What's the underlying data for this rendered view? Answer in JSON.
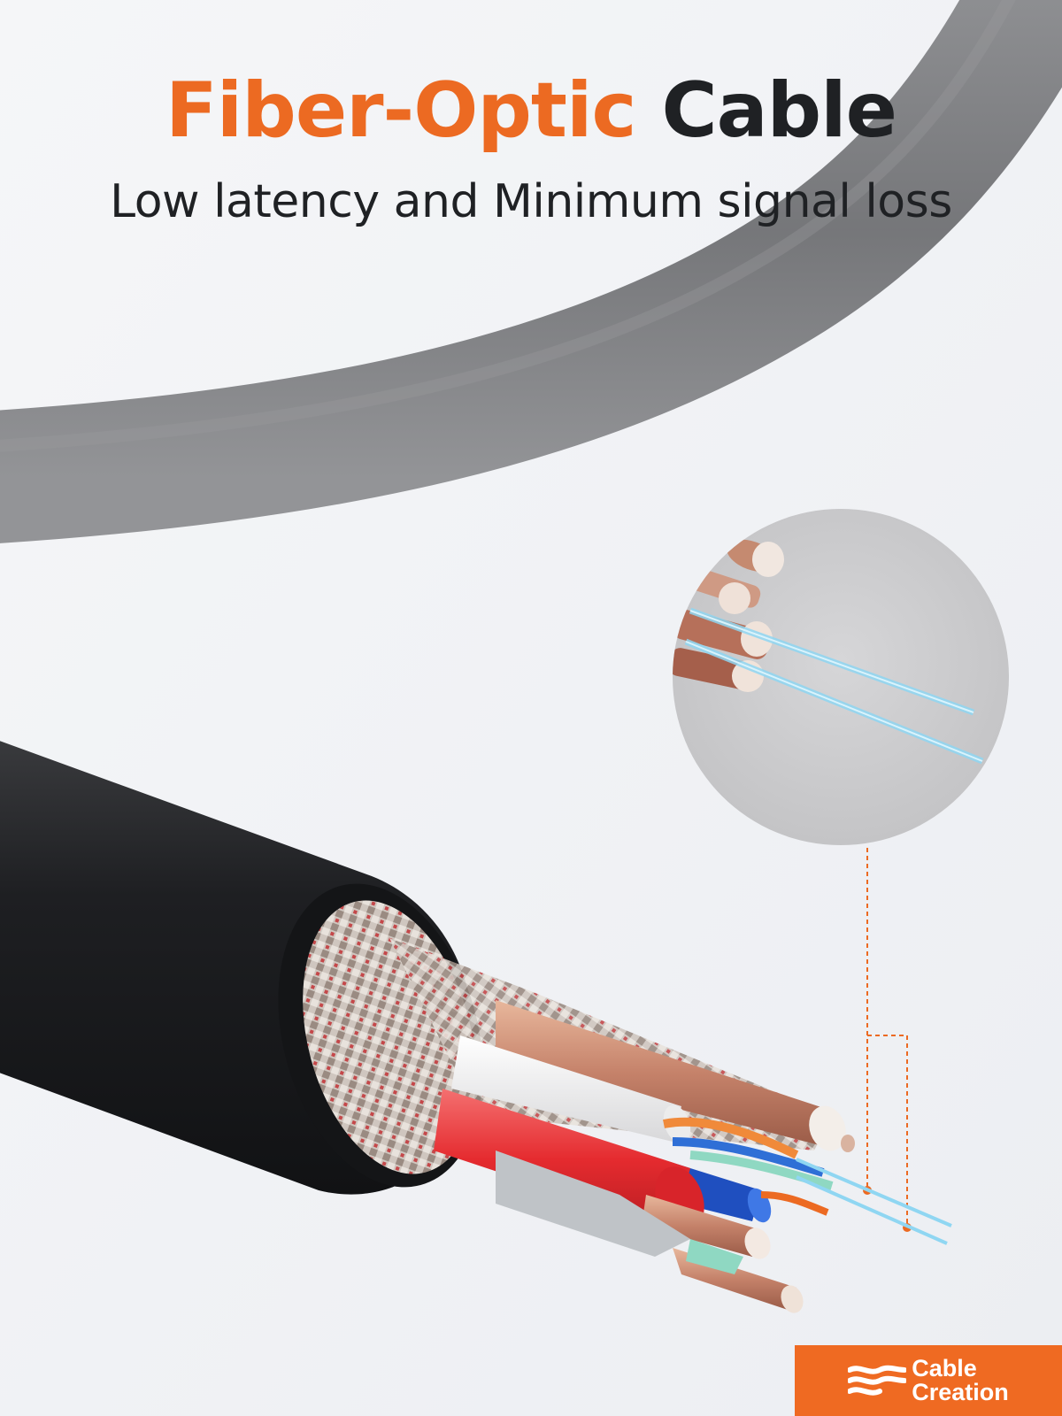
{
  "headline": {
    "accent_text": "Fiber-Optic",
    "dark_text": "Cable",
    "accent_color": "#ec6a22",
    "dark_color": "#1f2124"
  },
  "subheadline": "Low latency and Minimum signal loss",
  "logo": {
    "line1": "Cable",
    "line2": "Creation",
    "background_color": "#ef6a22"
  },
  "colors": {
    "background": "#f2f3f6",
    "gray_cable": "#7a7b7e",
    "black_jacket": "#1e1f22",
    "copper": "#c98b6a",
    "fiber_blue": "#7fd0ee",
    "callout": "#ec6a22"
  }
}
